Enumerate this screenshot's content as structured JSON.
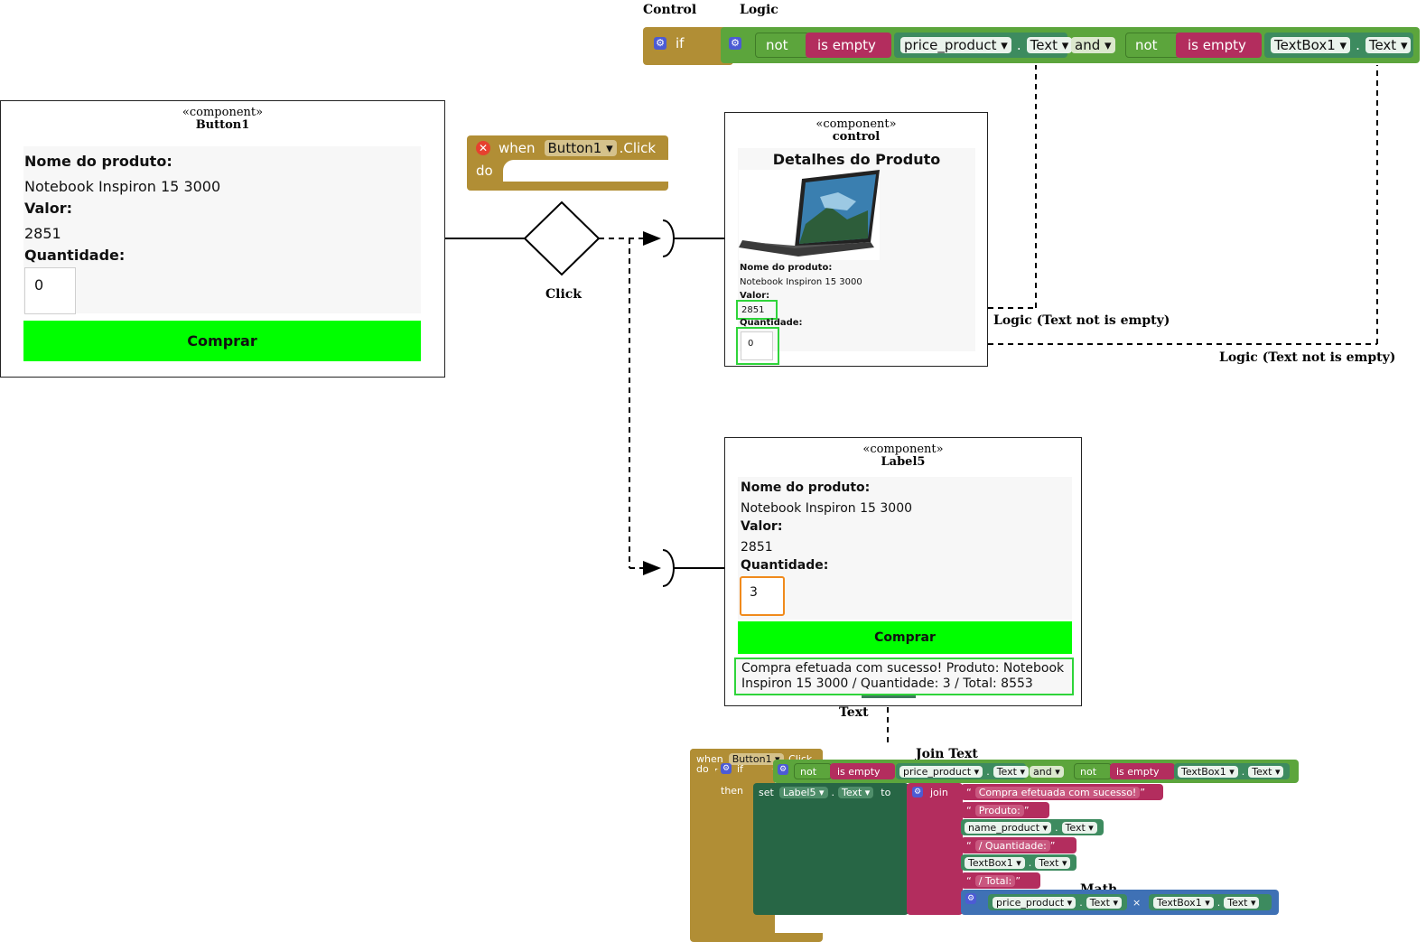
{
  "labels": {
    "control": "Control",
    "logic": "Logic",
    "click": "Click",
    "logic_text_not_empty_1": "Logic (Text not is empty)",
    "logic_text_not_empty_2": "Logic (Text not is empty)",
    "text": "Text",
    "join_text": "Join Text",
    "math": "Math"
  },
  "if_block": {
    "if": "if",
    "not1": "not",
    "is_empty1": "is empty",
    "comp1": "price_product ▾",
    "prop1": "Text ▾",
    "and": "and ▾",
    "not2": "not",
    "is_empty2": "is empty",
    "comp2": "TextBox1 ▾",
    "prop2": "Text ▾",
    "dot": "."
  },
  "when_block": {
    "when": "when",
    "component": "Button1 ▾",
    "event": ".Click",
    "do": "do"
  },
  "button1_component": {
    "stereotype": "«component»",
    "name": "Button1",
    "nome_label": "Nome do produto:",
    "nome_value": "Notebook Inspiron 15 3000",
    "valor_label": "Valor:",
    "valor_value": "2851",
    "qtd_label": "Quantidade:",
    "qtd_value": "0",
    "button": "Comprar"
  },
  "control_component": {
    "stereotype": "«component»",
    "name": "control",
    "title": "Detalhes do Produto",
    "nome_label": "Nome do produto:",
    "nome_value": "Notebook Inspiron 15 3000",
    "valor_label": "Valor:",
    "valor_value": "2851",
    "qtd_label": "Quantidade:",
    "qtd_value": "0"
  },
  "label5_component": {
    "stereotype": "«component»",
    "name": "Label5",
    "nome_label": "Nome do produto:",
    "nome_value": "Notebook Inspiron 15 3000",
    "valor_label": "Valor:",
    "valor_value": "2851",
    "qtd_label": "Quantidade:",
    "qtd_value": "3",
    "button": "Comprar",
    "result_line1": "Compra efetuada com sucesso!  Produto: Notebook",
    "result_line2": "Inspiron 15 3000 / Quantidade: 3 / Total: 8553"
  },
  "full_block": {
    "when": "when",
    "component": "Button1 ▾",
    "event": ".Click",
    "do": "do",
    "if": "if",
    "then": "then",
    "not1": "not",
    "is_empty1": "is empty",
    "comp1": "price_product ▾",
    "prop1": "Text ▾",
    "and": "and ▾",
    "not2": "not",
    "is_empty2": "is empty",
    "comp2": "TextBox1 ▾",
    "prop2": "Text ▾",
    "set": "set",
    "set_comp": "Label5 ▾",
    "set_prop": "Text ▾",
    "to": "to",
    "join": "join",
    "str1": "Compra efetuada com sucesso!",
    "str2": "Produto:",
    "name_product": "name_product ▾",
    "name_prop": "Text ▾",
    "str3": "/ Quantidade:",
    "textbox": "TextBox1 ▾",
    "textbox_prop": "Text ▾",
    "str4": "/ Total:",
    "math_comp1": "price_product ▾",
    "math_prop1": "Text ▾",
    "times": "×",
    "math_comp2": "TextBox1 ▾",
    "math_prop2": "Text ▾",
    "dot": "."
  }
}
